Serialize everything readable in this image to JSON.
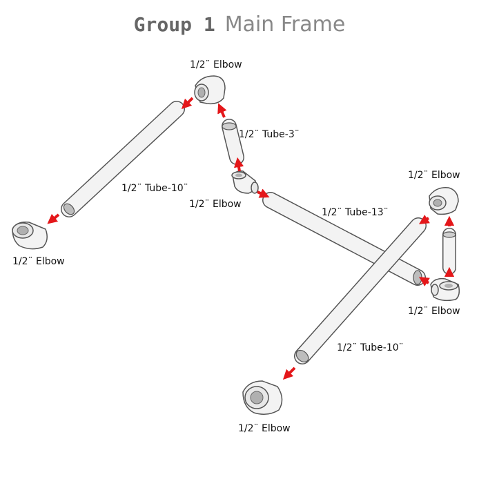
{
  "title": {
    "group": "Group 1",
    "main": "Main Frame"
  },
  "parts": {
    "elbow": "1/2¨ Elbow",
    "tube3": "1/2¨ Tube-3¨",
    "tube10": "1/2¨ Tube-10¨",
    "tube13": "1/2¨ Tube-13¨"
  },
  "colors": {
    "arrow": "#e4171a",
    "pipe_fill": "#f2f2f2",
    "pipe_edge": "#555555",
    "title": "#777777"
  }
}
